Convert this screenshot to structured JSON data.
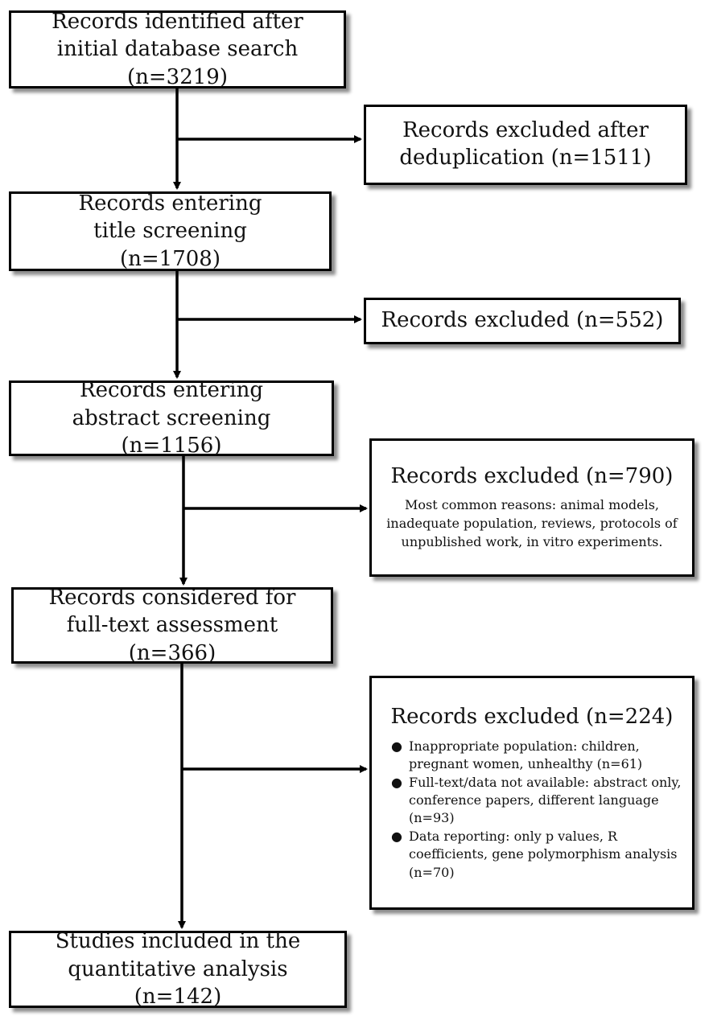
{
  "flow": {
    "stages": [
      {
        "text": "Records identified after initial database search (n=3219)"
      },
      {
        "text": "Records entering title screening (n=1708)"
      },
      {
        "text": "Records entering abstract screening (n=1156)"
      },
      {
        "text": "Records considered for full-text assessment (n=366)"
      },
      {
        "text": "Studies included in the quantitative analysis (n=142)"
      }
    ],
    "exclusions": [
      {
        "title": "Records excluded after deduplication (n=1511)"
      },
      {
        "title": "Records excluded (n=552)"
      },
      {
        "title": "Records excluded (n=790)",
        "detail": "Most common reasons: animal models, inadequate population, reviews, protocols of unpublished work, in vitro experiments."
      },
      {
        "title": "Records excluded (n=224)",
        "reasons": [
          "Inappropriate population: children, pregnant women, unhealthy (n=61)",
          "Full-text/data not available: abstract only, conference papers, different language (n=93)",
          "Data reporting: only p values, R coefficients, gene polymorphism analysis (n=70)"
        ]
      }
    ],
    "bullet_glyph": "●"
  }
}
